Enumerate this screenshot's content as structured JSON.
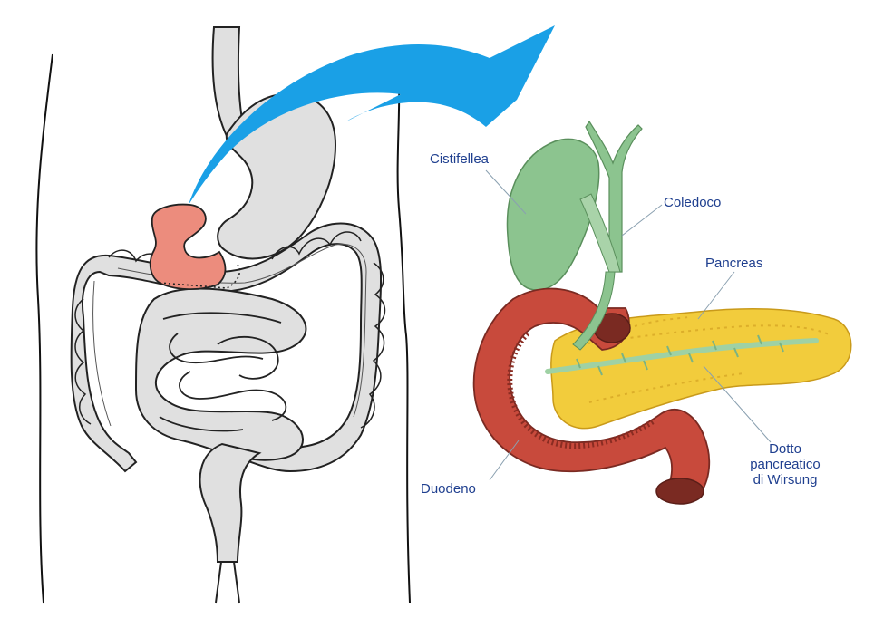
{
  "labels": {
    "gallbladder": "Cistifellea",
    "bile_duct": "Coledoco",
    "pancreas": "Pancreas",
    "duodenum": "Duodeno",
    "wirsung_line1": "Dotto",
    "wirsung_line2": "pancreatico",
    "wirsung_line3": "di Wirsung"
  },
  "colors": {
    "arrow": "#1aa0e6",
    "highlight": "#ec8c7d",
    "organ_gray": "#e0e0e0",
    "outline": "#222222",
    "gallbladder": "#8cc48f",
    "pancreas": "#f2cc3c",
    "duodenum": "#c84a3c",
    "duct": "#9fd1a4",
    "label_text": "#1f3f8f",
    "leader_line": "#8aa0b0"
  }
}
